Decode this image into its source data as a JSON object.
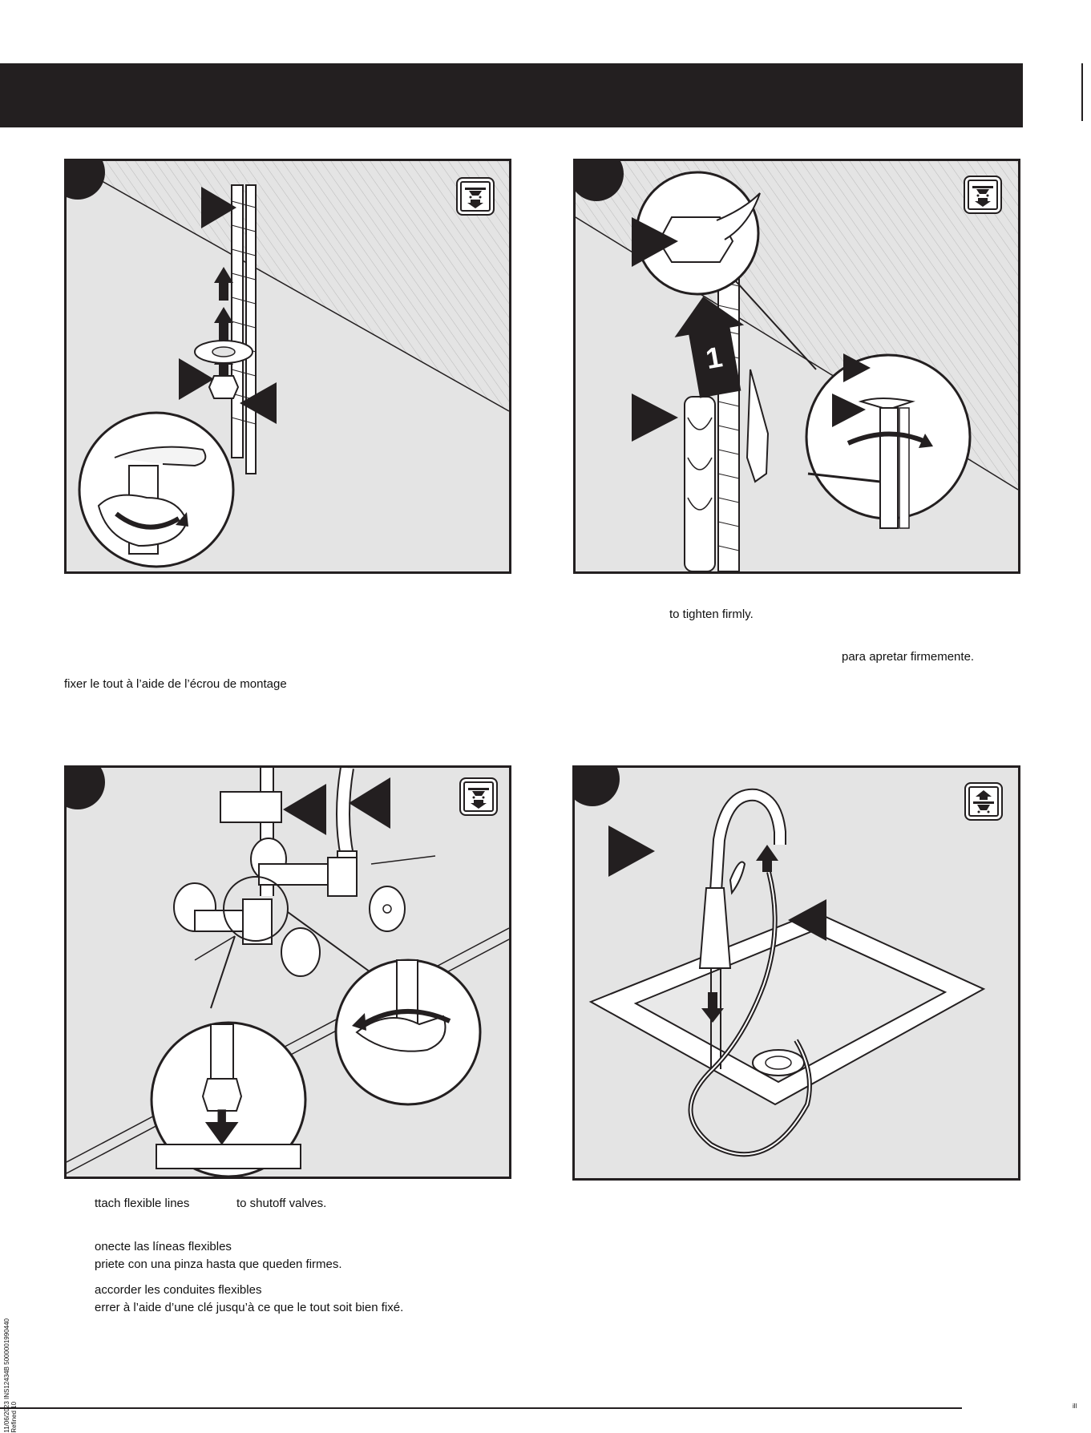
{
  "steps": {
    "step_a": {
      "view_icon": "below-counter-icon"
    },
    "step_b": {
      "view_icon": "below-counter-icon"
    },
    "step_c": {
      "view_icon": "below-counter-icon"
    },
    "step_d": {
      "view_icon": "above-counter-icon"
    }
  },
  "captions": {
    "b_english": "to tighten firmly.",
    "b_spanish": "para apretar firmemente.",
    "a_french": "fixer le tout à l’aide de l’écrou de montage",
    "c_english_1": "ttach flexible lines",
    "c_english_2": "to shutoff valves.",
    "c_spanish_1": "onecte las líneas flexibles",
    "c_spanish_2": "priete con una pinza hasta que queden firmes.",
    "c_french_1": "accorder les conduites flexibles",
    "c_french_2": "errer à l’aide d’une clé jusqu’à ce que le tout soit bien fixé."
  },
  "footer": {
    "side_code_1": "11/06/2023 INS12434B 5000001990440",
    "side_code_2": "Refined 10",
    "page_mark": "ill"
  },
  "colors": {
    "ink": "#231f20",
    "panel_bg": "#e4e4e4",
    "page_bg": "#ffffff"
  }
}
